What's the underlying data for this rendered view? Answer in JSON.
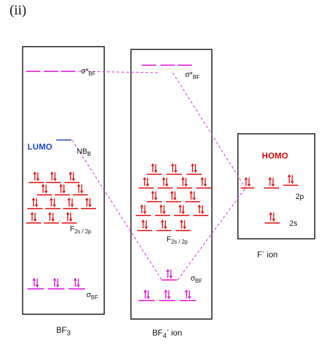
{
  "part_label": "(ii)",
  "colors": {
    "red": "#e60000",
    "pink": "#e000d8",
    "blue": "#1a3fd4",
    "frame": "#222222",
    "dash": "#e040e0"
  },
  "panels": [
    {
      "id": "bf3",
      "caption": "BF",
      "caption_sub": "3",
      "caption_sup": "",
      "caption_tail": ""
    },
    {
      "id": "bf4",
      "caption": "BF",
      "caption_sub": "4",
      "caption_sup": "-",
      "caption_tail": " ion"
    },
    {
      "id": "f",
      "caption": "F",
      "caption_sub": "",
      "caption_sup": "-",
      "caption_tail": " ion"
    }
  ],
  "labels": {
    "sigma_star": "σ*",
    "sigma_star_sub": "BF",
    "lumo": "LUMO",
    "nb": "NB",
    "nb_sub": "B",
    "f_levels": "F",
    "f_levels_sub": "2s / 2p",
    "sigma": "σ",
    "sigma_sub": "BF",
    "homo": "HOMO",
    "f_2p": "2p",
    "f_2s": "2s"
  }
}
